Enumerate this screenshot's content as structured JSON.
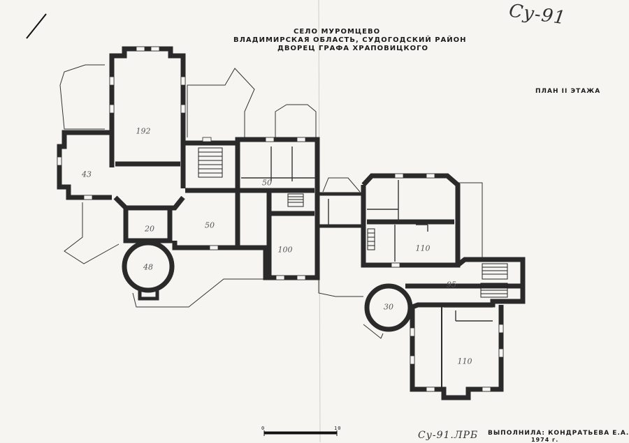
{
  "sheet": {
    "stamp": "Су-91",
    "title_lines": [
      "СЕЛО МУРОМЦЕВО",
      "ВЛАДИМИРСКАЯ ОБЛАСТЬ, СУДОГОДСКИЙ РАЙОН",
      "ДВОРЕЦ ГРАФА ХРАПОВИЦКОГО"
    ],
    "plan_label": "ПЛАН II ЭТАЖА",
    "scale_start": "0",
    "scale_end": "10",
    "footer_ref": "Су-91.ЛРБ",
    "author": "ВЫПОЛНИЛА: КОНДРАТЬЕВА Е.А.",
    "year": "1974 г."
  },
  "rooms": [
    "192",
    "43",
    "50",
    "20",
    "48",
    "50",
    "100",
    "110",
    "95",
    "30",
    "110"
  ]
}
